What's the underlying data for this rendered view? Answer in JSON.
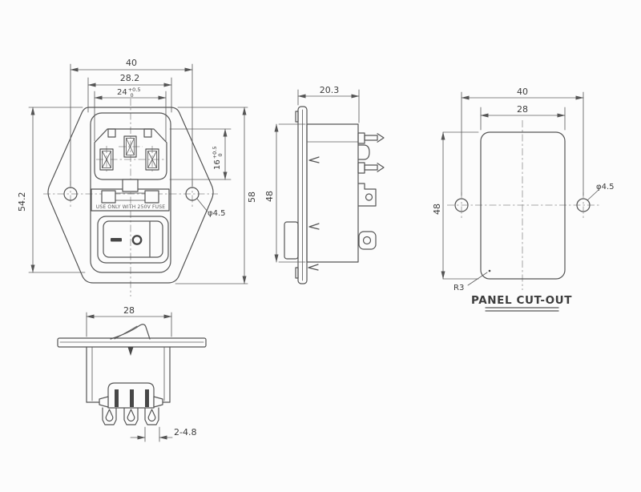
{
  "front_view": {
    "dim_mounting_width": "40",
    "dim_flange_top_width": "28.2",
    "dim_socket_width": "24",
    "socket_width_tol_upper": "+0.5",
    "socket_width_tol_lower": "0",
    "dim_socket_height": "16",
    "socket_height_tol_upper": "+0.5",
    "socket_height_tol_lower": "0",
    "dim_flange_height": "54.2",
    "dim_overall_height": "58",
    "mounting_hole_diameter": "φ4.5",
    "fuse_warning": "USE ONLY WITH 250V FUSE",
    "switch_on_symbol": "-",
    "switch_off_symbol": "O"
  },
  "side_view": {
    "dim_depth": "20.3",
    "dim_height": "48"
  },
  "panel_cutout_view": {
    "dim_hole_spacing": "40",
    "dim_cutout_width": "28",
    "dim_cutout_height": "48",
    "hole_diameter": "φ4.5",
    "corner_radius": "R3",
    "caption": "PANEL CUT-OUT"
  },
  "switch_bottom_view": {
    "dim_body_width": "28",
    "dim_terminal": "2-4.8"
  }
}
